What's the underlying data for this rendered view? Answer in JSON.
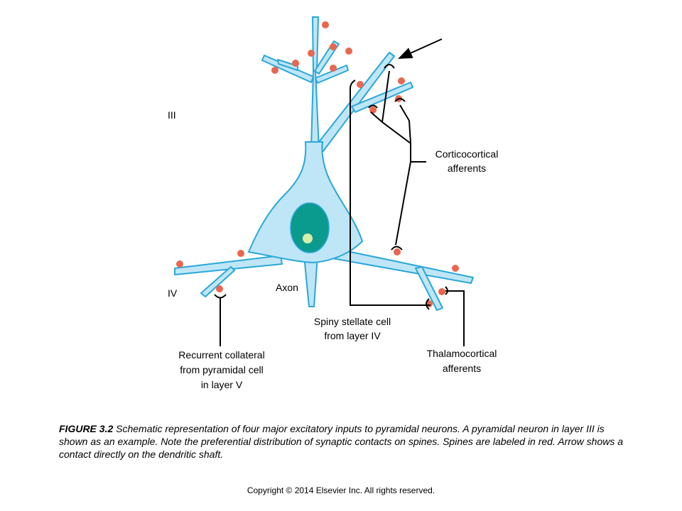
{
  "diagram": {
    "layer_iii": "III",
    "layer_iv": "IV",
    "axon": "Axon",
    "corticocortical": [
      "Corticocortical",
      "afferents"
    ],
    "spiny_stellate": [
      "Spiny stellate cell",
      "from layer IV"
    ],
    "thalamocortical": [
      "Thalamocortical",
      "afferents"
    ],
    "recurrent": [
      "Recurrent collateral",
      "from pyramidal cell",
      "in layer V"
    ]
  },
  "colors": {
    "neuron_fill": "#bfe6f7",
    "neuron_outline": "#2aa7d8",
    "nucleus": "#0b9a8e",
    "nucleolus": "#d7efa8",
    "spine": "#e8674f"
  },
  "caption": {
    "figure_label": "FIGURE 3.2",
    "text": "Schematic representation of four major excitatory inputs to pyramidal neurons. A pyramidal neuron in layer III is shown as an example. Note the preferential distribution of synaptic contacts on spines. Spines are labeled in red. Arrow shows a contact directly on the dendritic shaft."
  },
  "copyright": "Copyright © 2014 Elsevier Inc. All rights reserved."
}
